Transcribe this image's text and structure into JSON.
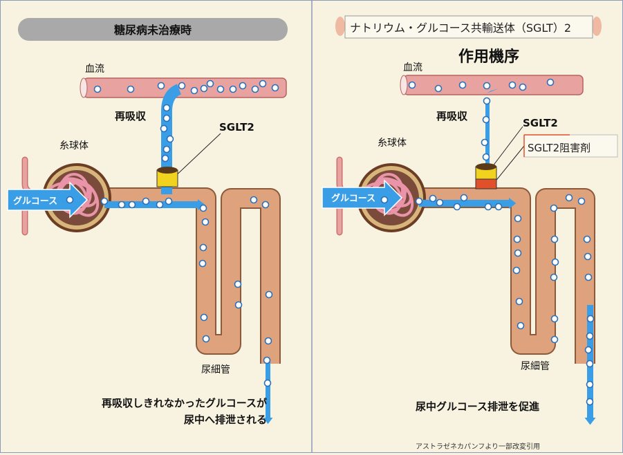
{
  "left": {
    "title": "糖尿病未治療時",
    "blood_flow": "血流",
    "reabsorption": "再吸収",
    "sglt2": "SGLT2",
    "glomerulus": "糸球体",
    "glucose": "グルコース",
    "tubule": "尿細管",
    "caption_line1": "再吸収しきれなかったグルコースが",
    "caption_line2": "尿中へ排泄される"
  },
  "right": {
    "title": "ナトリウム・グルコース共輸送体（SGLT）2",
    "subtitle": "作用機序",
    "blood_flow": "血流",
    "reabsorption": "再吸収",
    "sglt2": "SGLT2",
    "inhibitor": "SGLT2阻害剤",
    "glomerulus": "糸球体",
    "glucose": "グルコース",
    "tubule": "尿細管",
    "caption": "尿中グルコース排泄を促進"
  },
  "credit": "アストラゼネカパンフより一部改変引用",
  "colors": {
    "background": "#f8f3e1",
    "tubule": "#dea27c",
    "vessel": "#e8a3a0",
    "flow": "#3a9ee6",
    "transporter": "#f1d21e",
    "inhibited": "#e0502a"
  }
}
